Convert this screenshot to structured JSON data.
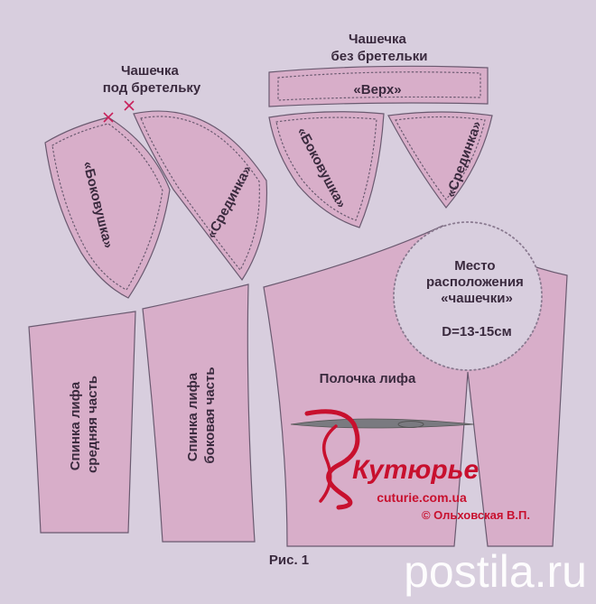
{
  "labels": {
    "cup_strap_title": [
      "Чашечка",
      "под бретельку"
    ],
    "cup_strapless_title": [
      "Чашечка",
      "без бретельки"
    ],
    "side_left": "«Боковушка»",
    "middle_left": "«Срединка»",
    "top": "«Верх»",
    "side_right": "«Боковушка»",
    "middle_right": "«Срединка»",
    "circle_text": [
      "Место",
      "расположения",
      "«чашечки»"
    ],
    "diameter": "D=13-15см",
    "back_middle": [
      "Спинка лифа",
      "средняя часть"
    ],
    "back_side": [
      "Спинка лифа",
      "боковая часть"
    ],
    "front": "Полочка лифа",
    "figure_caption": "Рис. 1"
  },
  "logo": {
    "script_word": "Кутюрье",
    "site": "cuturie.com.ua",
    "copyright": "© Ольховская В.П."
  },
  "watermark": {
    "text": "postila.ru"
  },
  "colors": {
    "background": "#d8cede",
    "piece_fill": "#d8aec9",
    "outline": "#6a5a70",
    "text": "#3a2a3e",
    "logo_red": "#c8102e",
    "cut_mark": "#c8205a"
  }
}
